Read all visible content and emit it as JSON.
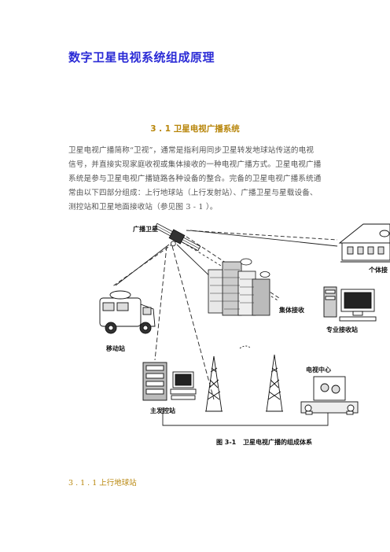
{
  "document": {
    "title": "数字卫星电视系统组成原理",
    "section_heading": "3 . 1  卫星电视广播系统",
    "paragraph_lines": [
      "  卫星电视广播简称“卫视”，通常是指利用同步卫星转发地球站传送的电视",
      "信号，并直接实现家庭收视或集体接收的一种电视广播方式。卫星电视广播",
      "系统是参与卫星电视广播链路各种设备的整合。完备的卫星电视广播系统通",
      "常由以下四部分组成：上行地球站（上行发射站）、广播卫星与星载设备、",
      "测控站和卫星地面接收站（参见图 3 - 1 ）。"
    ],
    "subsection_heading": "3 . 1 . 1 上行地球站"
  },
  "figure": {
    "labels": {
      "satellite": "广播卫星",
      "individual": "个体接",
      "collective": "集体接收",
      "professional": "专业接收站",
      "mobile": "移动站",
      "tv_center": "电视中心",
      "uplink": "主发控站"
    },
    "caption_number": "图 3-1",
    "caption_text": "卫星电视广播的组成体系"
  }
}
